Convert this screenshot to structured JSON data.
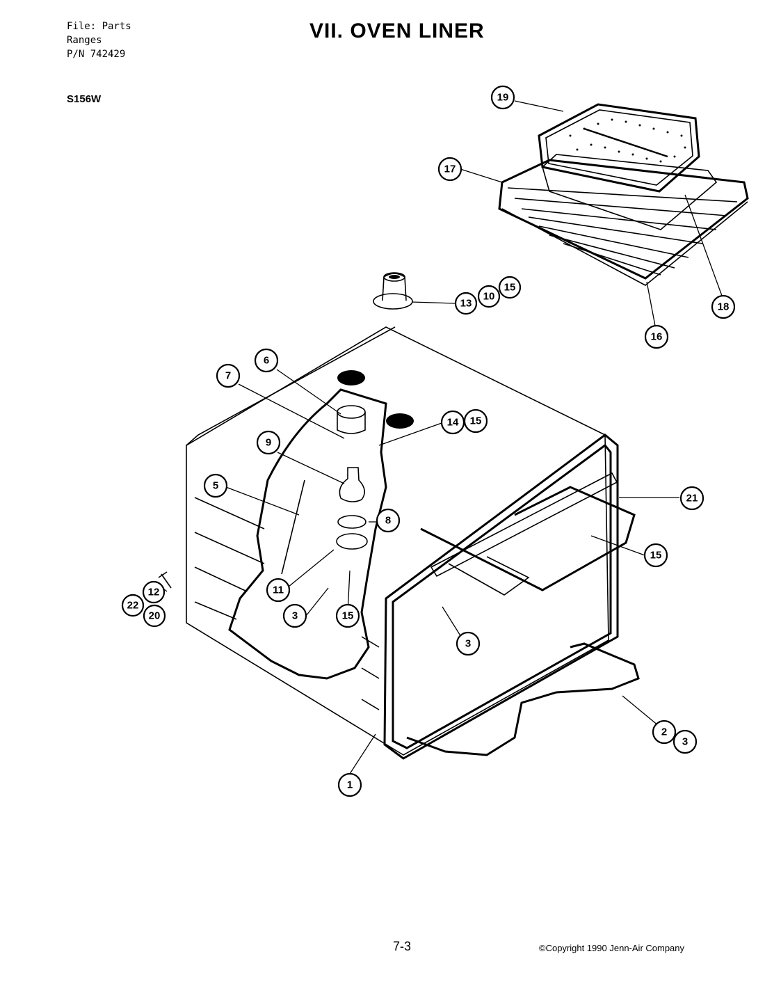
{
  "header": {
    "file_line": "File: Parts",
    "category_line": "Ranges",
    "part_number_line": "P/N 742429",
    "title": "VII. OVEN LINER",
    "model": "S156W"
  },
  "footer": {
    "page": "7-3",
    "copyright": "©Copyright 1990 Jenn-Air Company"
  },
  "callouts": [
    "19",
    "17",
    "18",
    "16",
    "13",
    "10",
    "15",
    "6",
    "7",
    "14",
    "15",
    "9",
    "5",
    "8",
    "21",
    "15",
    "11",
    "3",
    "15",
    "3",
    "12",
    "22",
    "20",
    "2",
    "3",
    "1"
  ]
}
